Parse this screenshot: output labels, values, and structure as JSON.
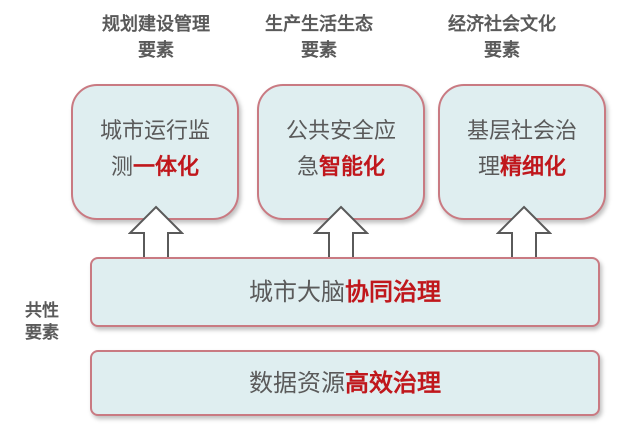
{
  "headers": [
    {
      "line1": "规划建设管理",
      "line2": "要素"
    },
    {
      "line1": "生产生活生态",
      "line2": "要素"
    },
    {
      "line1": "经济社会文化",
      "line2": "要素"
    }
  ],
  "boxes": [
    {
      "line1": "城市运行监",
      "line2_normal": "测",
      "line2_red": "一体化"
    },
    {
      "line1": "公共安全应",
      "line2_normal": "急",
      "line2_red": "智能化"
    },
    {
      "line1": "基层社会治",
      "line2_normal": "理",
      "line2_red": "精细化"
    }
  ],
  "middle": {
    "normal": "城市大脑",
    "red": "协同治理"
  },
  "bottom": {
    "normal": "数据资源",
    "red": "高效治理"
  },
  "side_label": {
    "line1": "共性",
    "line2": "要素"
  },
  "colors": {
    "accent_red": "#c0171c",
    "box_fill": "#dfeef0",
    "box_border": "#c97a82",
    "text_gray": "#5a5a5a"
  }
}
